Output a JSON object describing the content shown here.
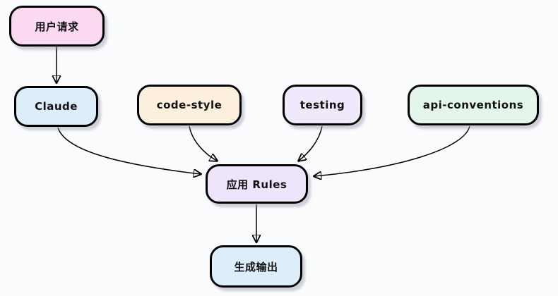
{
  "diagram": {
    "type": "flowchart",
    "background_color": "#fafbfd",
    "edge_color": "#000000",
    "nodes": [
      {
        "id": "user-request",
        "label": "用户请求",
        "fill": "#fbd9f0"
      },
      {
        "id": "claude",
        "label": "Claude",
        "fill": "#dceefa"
      },
      {
        "id": "code-style",
        "label": "code-style",
        "fill": "#fcefdd"
      },
      {
        "id": "testing",
        "label": "testing",
        "fill": "#f0e8fb"
      },
      {
        "id": "api-conventions",
        "label": "api-conventions",
        "fill": "#e4f6ec"
      },
      {
        "id": "apply-rules",
        "label": "应用 Rules",
        "fill": "#eee4fb"
      },
      {
        "id": "generate-output",
        "label": "生成输出",
        "fill": "#dceefa"
      }
    ],
    "edges": [
      {
        "from": "user-request",
        "to": "claude"
      },
      {
        "from": "claude",
        "to": "apply-rules"
      },
      {
        "from": "code-style",
        "to": "apply-rules"
      },
      {
        "from": "testing",
        "to": "apply-rules"
      },
      {
        "from": "api-conventions",
        "to": "apply-rules"
      },
      {
        "from": "apply-rules",
        "to": "generate-output"
      }
    ]
  }
}
